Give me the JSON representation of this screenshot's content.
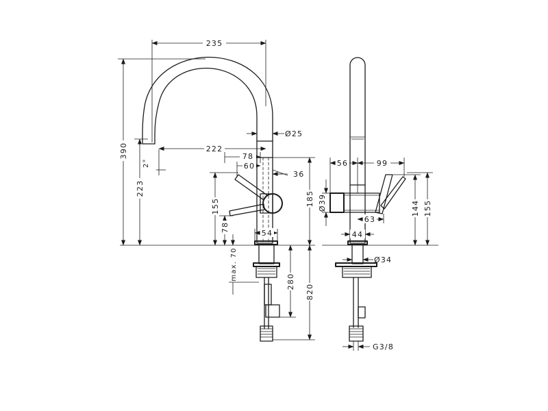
{
  "dimensions": {
    "reach_top": "235",
    "spout_reach": "222",
    "diameter_spout": "Ø25",
    "total_height": "390",
    "outlet_height": "223",
    "lever_78": "78",
    "lever_60": "60",
    "lever_36": "36",
    "body_height_155": "155",
    "body_78": "78",
    "base_54": "54",
    "height_185": "185",
    "max_70": "max. 70",
    "hose_280": "280",
    "hose_820": "820",
    "side_56": "56",
    "side_99": "99",
    "diameter_39": "Ø39",
    "side_63": "63",
    "side_44": "44",
    "side_144": "144",
    "side_155": "155",
    "diameter_34": "Ø34",
    "thread": "G3/8"
  }
}
